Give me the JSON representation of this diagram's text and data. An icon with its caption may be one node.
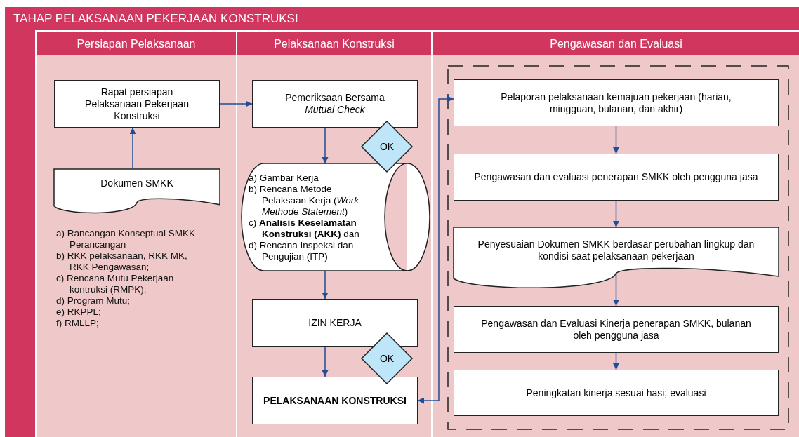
{
  "diagram": {
    "title": "TAHAP PELAKSANAAN PEKERJAAN KONSTRUKSI",
    "nodes": [
      {
        "text": [
          "Persiapan Pelaksanaan"
        ]
      },
      {
        "text": [
          "Pelaksanaan Konstruksi"
        ]
      },
      {
        "text": [
          "Pengawasan dan Evaluasi"
        ]
      },
      {
        "text": [
          "Rapat persiapan Pelaksanaan Pekerjaan Konstruksi"
        ],
        "in": 0
      },
      {
        "text": [
          "Dokumen SMKK"
        ],
        "in": 0
      },
      {
        "text": [
          "Pemeriksaan Bersama",
          "Mutual Check"
        ],
        "in": 1
      },
      {
        "text": [
          "OK"
        ],
        "in": 1
      },
      {
        "text": [
          "a) Gambar Kerja",
          "b) Rencana Metode Pelaksaan Kerja (*Work Methode Statement*)",
          "c) **Analisis Keselamatan Konstruksi (AKK)** dan",
          "d) Rencana Inspeksi dan Pengujian (ITP)"
        ],
        "in": 1
      },
      {
        "text": [
          "IZIN KERJA"
        ],
        "in": 1
      },
      {
        "text": [
          "OK"
        ],
        "in": 1
      },
      {
        "text": [
          "PELAKSANAAN KONSTRUKSI"
        ],
        "in": 1
      },
      {
        "text": [],
        "shape": "box",
        "in": 2
      },
      {
        "text": [
          "Pelaporan pelaksanaan kemajuan pekerjaan (harian, mingguan, bulanan, dan akhir)"
        ],
        "in": 11
      },
      {
        "text": [
          "Pengawasan dan evaluasi penerapan SMKK oleh pengguna jasa"
        ],
        "in": 11
      },
      {
        "text": [
          "Penyesuaian Dokumen SMKK berdasar perubahan lingkup dan kondisi saat pelaksanaan pekerjaan"
        ],
        "in": 11
      },
      {
        "text": [
          "Pengawasan dan Evaluasi Kinerja penerapan SMKK, bulanan oleh pengguna jasa"
        ],
        "in": 11
      },
      {
        "text": [
          "Peningkatan kinerja sesuai hasi; evaluasi"
        ],
        "in": 11
      }
    ],
    "edges": [
      {
        "from": 4,
        "to": 3,
        "arrow": "to"
      },
      {
        "from": 3,
        "to": 5,
        "arrow": "to"
      },
      {
        "from": 5,
        "to": 7,
        "arrow": "to"
      },
      {
        "from": 7,
        "to": 8,
        "arrow": "to"
      },
      {
        "from": 8,
        "to": 10,
        "arrow": "to"
      },
      {
        "from": 10,
        "to": 12,
        "arrow": "both"
      },
      {
        "from": 12,
        "to": 13,
        "arrow": "to"
      },
      {
        "from": 13,
        "to": 14,
        "arrow": "to"
      },
      {
        "from": 14,
        "to": 15,
        "arrow": "to"
      },
      {
        "from": 15,
        "to": 16,
        "arrow": "to"
      }
    ],
    "labels": [
      "a) Rancangan Konseptual SMKK Perancangan",
      "b) RKK pelaksanaan, RKK MK, RKK Pengawasan;",
      "c) Rencana Mutu Pekerjaan kontruksi (RMPK);",
      "d) Program Mutu;",
      "e) RKPPL;",
      "f) RMLLP;"
    ]
  }
}
